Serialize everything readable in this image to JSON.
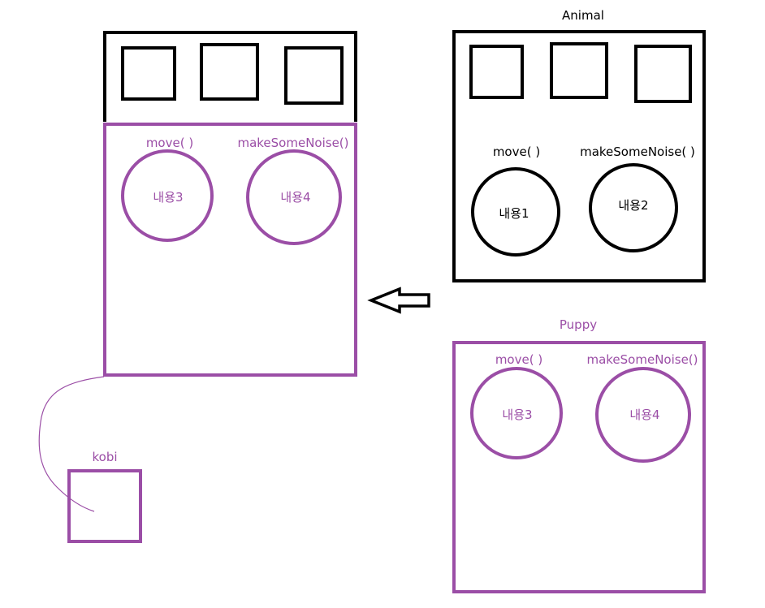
{
  "colors": {
    "black": "#000000",
    "purple": "#9b4ea6"
  },
  "left_object": {
    "method1": {
      "name": "move( )",
      "content": "내용3"
    },
    "method2": {
      "name": "makeSomeNoise()",
      "content": "내용4"
    }
  },
  "animal": {
    "title": "Animal",
    "method1": {
      "name": "move( )",
      "content": "내용1"
    },
    "method2": {
      "name": "makeSomeNoise( )",
      "content": "내용2"
    }
  },
  "puppy": {
    "title": "Puppy",
    "method1": {
      "name": "move( )",
      "content": "내용3"
    },
    "method2": {
      "name": "makeSomeNoise()",
      "content": "내용4"
    }
  },
  "kobi": {
    "label": "kobi"
  },
  "arrow": {
    "icon": "left-arrow-icon"
  }
}
